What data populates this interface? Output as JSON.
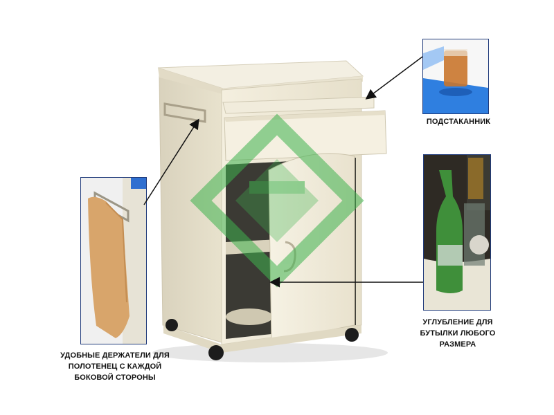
{
  "callouts": {
    "cup_holder": {
      "lines": [
        "ПОДСТАКАННИК"
      ],
      "icon": "cup-holder-photo"
    },
    "towel_holders": {
      "lines": [
        "УДОБНЫЕ ДЕРЖАТЕЛИ ДЛЯ",
        "ПОЛОТЕНЕЦ С КАЖДОЙ",
        "БОКОВОЙ СТОРОНЫ"
      ],
      "icon": "towel-holder-photo"
    },
    "bottle_recess": {
      "lines": [
        "УГЛУБЛЕНИЕ ДЛЯ",
        "БУТЫЛКИ ЛЮБОГО",
        "РАЗМЕРА"
      ],
      "icon": "bottle-recess-photo"
    }
  },
  "product": {
    "icon": "bedside-cabinet-photo"
  },
  "watermark": {
    "icon": "green-logo-watermark",
    "color": "#3fb34f"
  },
  "colors": {
    "cabinet": "#efe9d6",
    "inset_border": "#1f3a7a",
    "tray_blue": "#2f7fe0"
  }
}
